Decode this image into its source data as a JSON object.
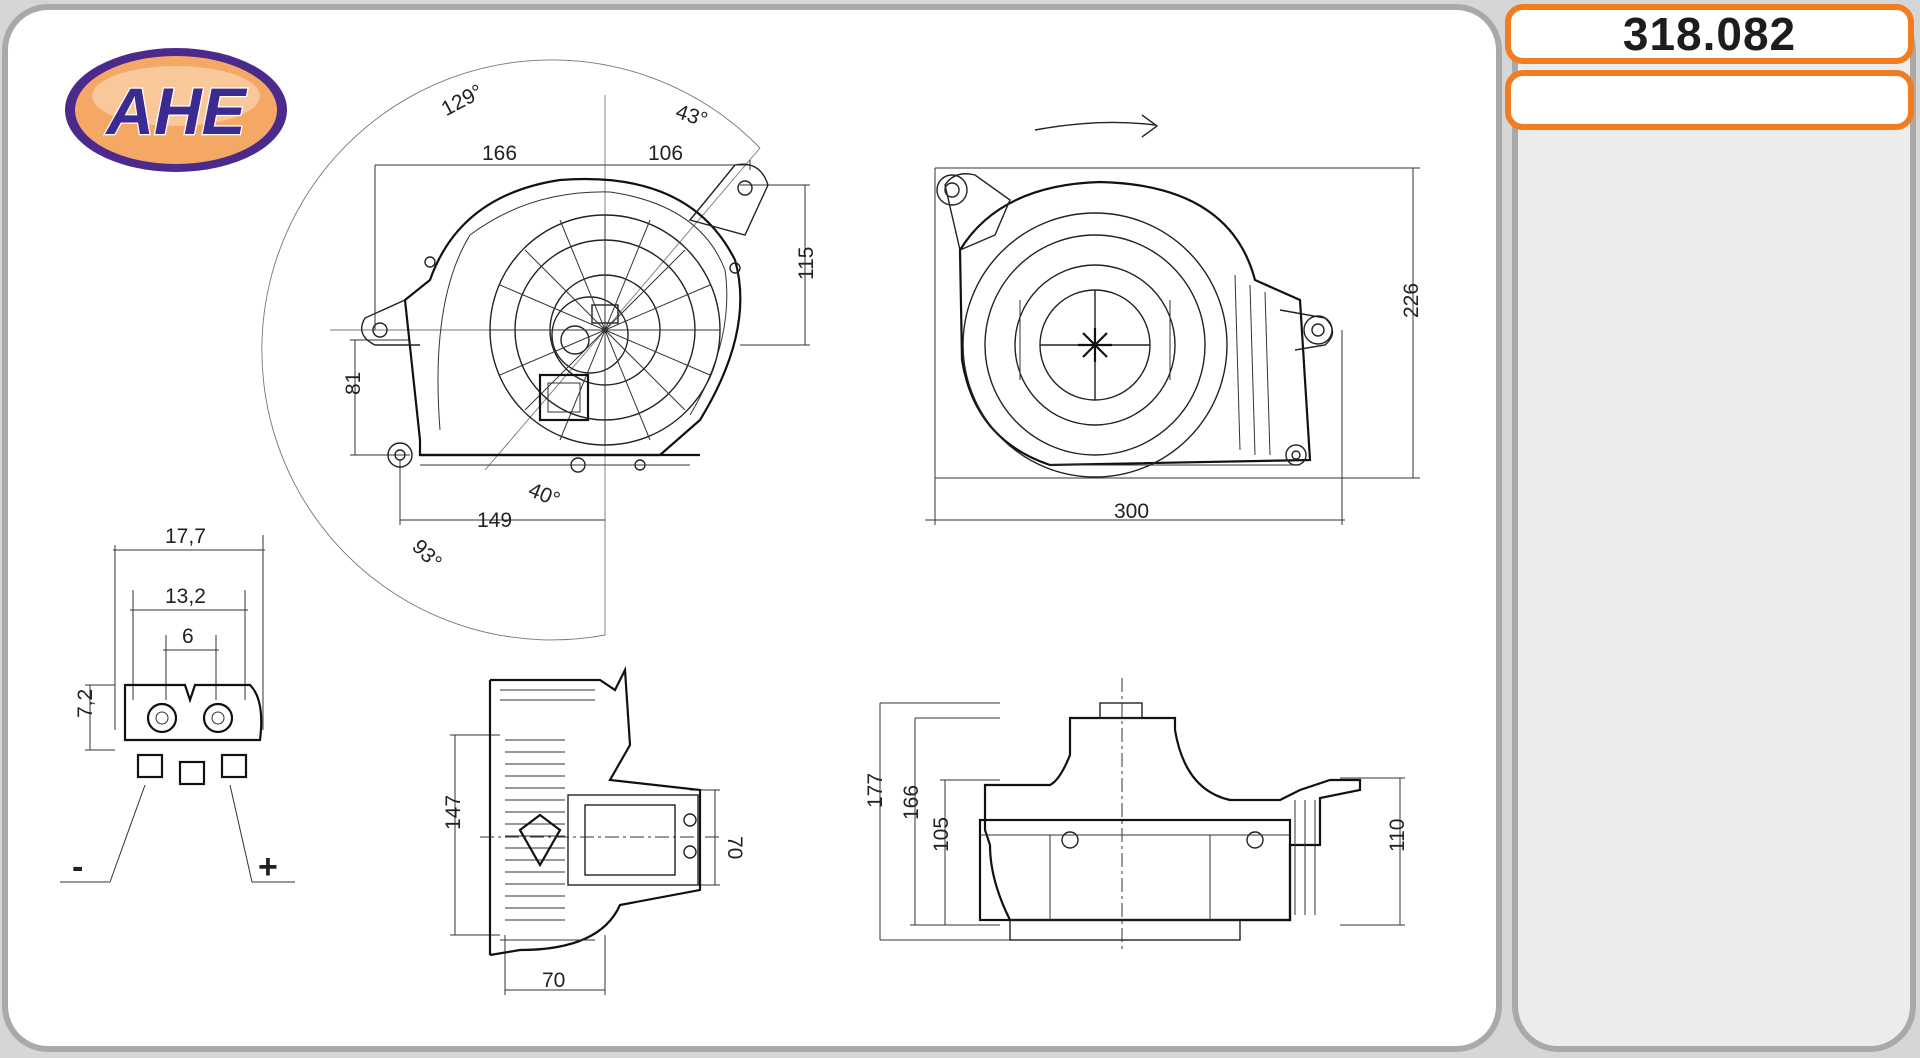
{
  "header": {
    "part_number": "318.082",
    "secondary_box": ""
  },
  "logo": {
    "text": "AHE",
    "colors": {
      "ring": "#4b2a8c",
      "fill": "#f2a15a",
      "text": "#3b2a8f"
    }
  },
  "accent_color": "#f07d22",
  "top_left_view": {
    "dims": {
      "angle_129": "129°",
      "angle_43": "43°",
      "width_166": "166",
      "width_106": "106",
      "height_115": "115",
      "height_81": "81",
      "width_149": "149",
      "angle_40": "40°",
      "angle_93": "93°"
    }
  },
  "top_right_view": {
    "dims": {
      "height_226": "226",
      "width_300": "300"
    }
  },
  "connector_view": {
    "dims": {
      "w_177": "17,7",
      "w_132": "13,2",
      "w_6": "6",
      "h_72": "7,2"
    },
    "polarity": {
      "negative": "-",
      "positive": "+"
    }
  },
  "side_view": {
    "dims": {
      "height_147": "147",
      "height_70": "70",
      "width_70": "70"
    }
  },
  "front_view": {
    "dims": {
      "h_177": "177",
      "h_166": "166",
      "h_105": "105",
      "h_110": "110"
    }
  }
}
